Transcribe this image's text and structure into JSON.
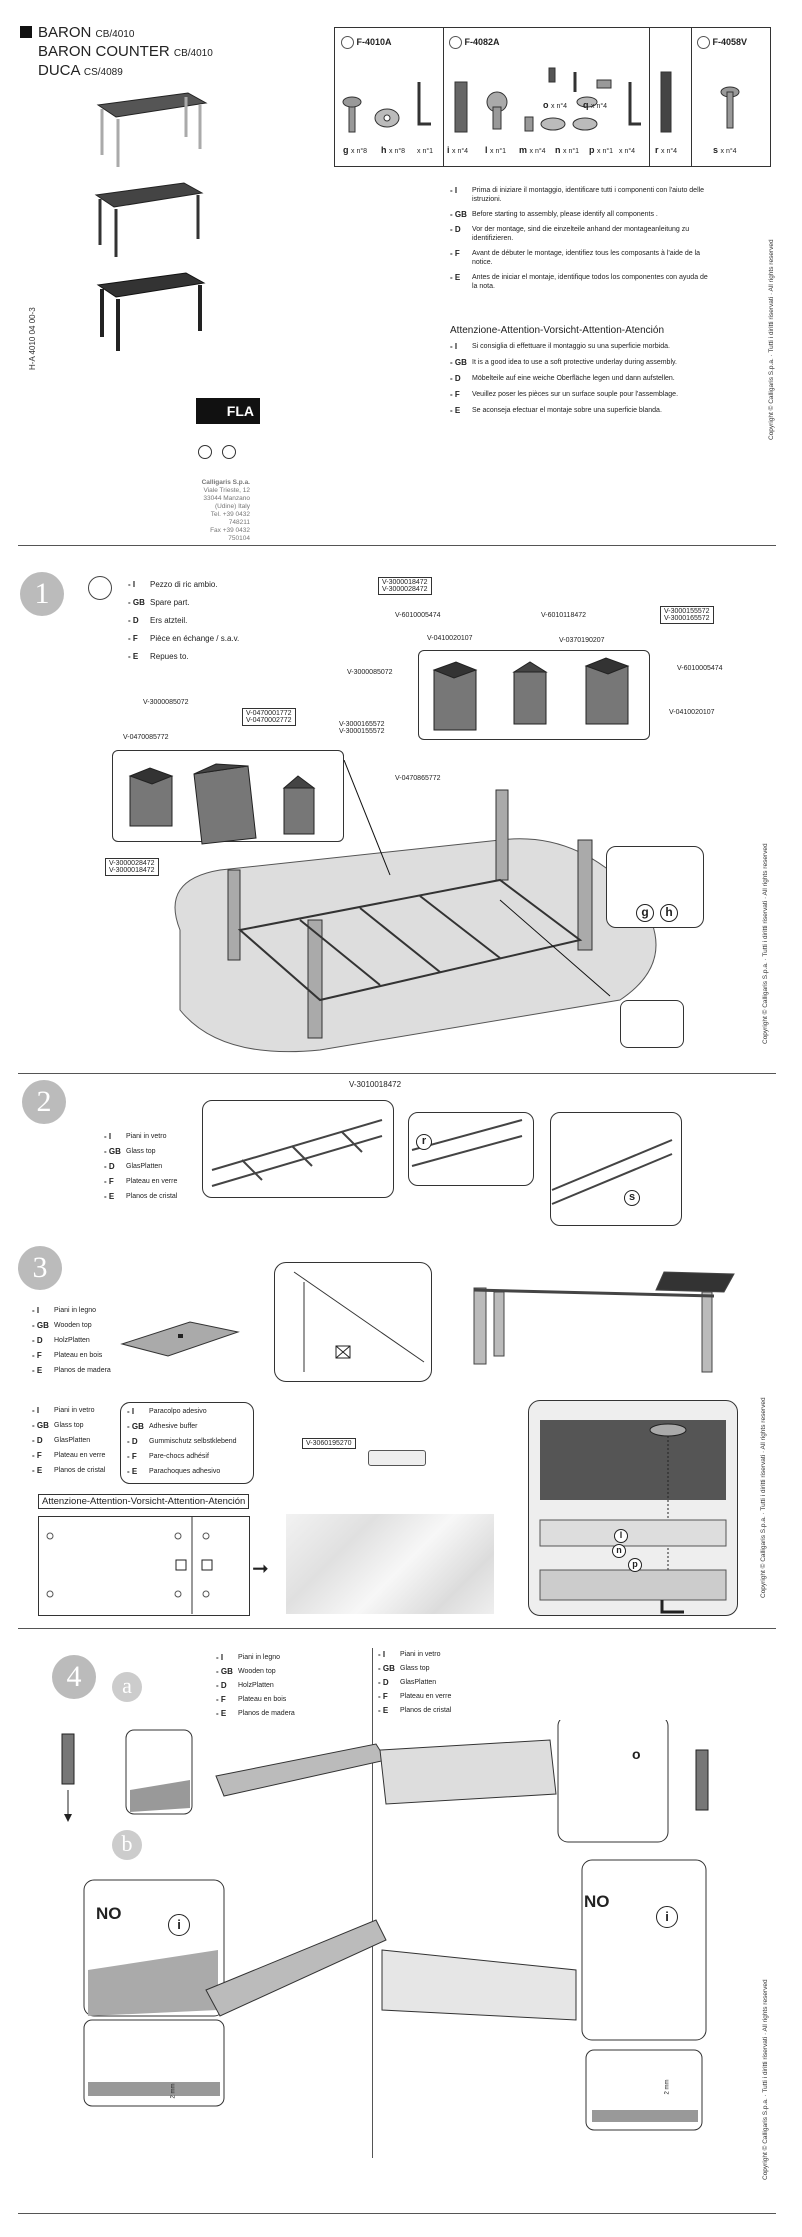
{
  "header": {
    "models": [
      {
        "name": "BARON",
        "code": "CB/4010"
      },
      {
        "name": "BARON COUNTER",
        "code": "CB/4010"
      },
      {
        "name": "DUCA",
        "code": "CS/4089"
      }
    ],
    "doc_code": "H-A 4010 04 00-3"
  },
  "hardware": {
    "groups": [
      {
        "code": "F-4010A"
      },
      {
        "code": "F-4082A"
      },
      {
        "code": "F-4058V"
      }
    ],
    "items": [
      {
        "letter": "g",
        "qty": "x n°8"
      },
      {
        "letter": "h",
        "qty": "x n°8"
      },
      {
        "letter": "",
        "qty": "x n°1"
      },
      {
        "letter": "i",
        "qty": "x n°4"
      },
      {
        "letter": "l",
        "qty": "x n°1"
      },
      {
        "letter": "m",
        "qty": "x n°4"
      },
      {
        "letter": "n",
        "qty": "x n°1"
      },
      {
        "letter": "o",
        "qty": "x n°4"
      },
      {
        "letter": "p",
        "qty": "x n°1"
      },
      {
        "letter": "q",
        "qty": "x n°4"
      },
      {
        "letter": "",
        "qty": "x n°4"
      },
      {
        "letter": "r",
        "qty": "x n°4"
      },
      {
        "letter": "s",
        "qty": "x n°4"
      }
    ]
  },
  "instructions": [
    {
      "lang": "- I",
      "text": "Prima di iniziare il montaggio, identificare tutti i componenti con l'aiuto delle istruzioni."
    },
    {
      "lang": "- GB",
      "text": "Before starting to assembly, please identify all components ."
    },
    {
      "lang": "- D",
      "text": "Vor der montage, sind die einzelteile anhand der montageanleitung zu identifizieren."
    },
    {
      "lang": "- F",
      "text": "Avant de débuter le montage, identifiez tous les composants à l'aide de la notice."
    },
    {
      "lang": "- E",
      "text": "Antes de iniciar el montaje, identifique todos los componentes con ayuda de la nota."
    }
  ],
  "attention": {
    "title": "Attenzione-Attention-Vorsicht-Attention-Atención",
    "lines": [
      {
        "lang": "- I",
        "text": "Si consiglia di effettuare il montaggio su una superficie morbida."
      },
      {
        "lang": "- GB",
        "text": "It is a good idea to use a soft protective underlay during assembly."
      },
      {
        "lang": "- D",
        "text": "Möbelteile auf eine weiche Oberfläche legen und dann aufstellen."
      },
      {
        "lang": "- F",
        "text": "Veuillez poser les pièces sur un surface souple pour l'assemblage."
      },
      {
        "lang": "- E",
        "text": "Se aconseja efectuar el montaje sobre una superficie blanda."
      }
    ]
  },
  "company": {
    "name": "Calligaris S.p.a.",
    "address1": "Viale Trieste, 12",
    "address2": "33044 Manzano",
    "address3": "(Udine) Italy",
    "tel": "Tel. +39 0432 748211",
    "fax": "Fax +39 0432 750104",
    "logo_text": "FLA"
  },
  "copyright": "Copyright © Calligaris S.p.a. · Tutti i diritti riservati · All rights reserved",
  "step1": {
    "number": "1",
    "spare": [
      {
        "lang": "- I",
        "text": "Pezzo di ric ambio."
      },
      {
        "lang": "- GB",
        "text": "Spare part."
      },
      {
        "lang": "- D",
        "text": "Ers atzteil."
      },
      {
        "lang": "- F",
        "text": "Pièce en échange / s.a.v."
      },
      {
        "lang": "- E",
        "text": "Repues to."
      }
    ],
    "codes_top": [
      "V-3000018472",
      "V-3000028472",
      "V-6010005474",
      "V-0410020107",
      "V-6010118472",
      "V-0370190207",
      "V-3000155572",
      "V-3000165572",
      "V-3000085072",
      "V-6010005474",
      "V-0410020107"
    ],
    "codes_left": [
      "V-3000085072",
      "V-0470085772",
      "V-0470001772",
      "V-0470002772",
      "V-3000165572",
      "V-3000155572",
      "V-0470865772",
      "V-3000028472",
      "V-3000018472"
    ],
    "hw_g": "g",
    "hw_h": "h"
  },
  "step2": {
    "number": "2",
    "code": "V-3010018472",
    "labels": [
      {
        "lang": "- I",
        "text": "Piani in vetro"
      },
      {
        "lang": "- GB",
        "text": "Glass top"
      },
      {
        "lang": "- D",
        "text": "GlasPlatten"
      },
      {
        "lang": "- F",
        "text": "Plateau en verre"
      },
      {
        "lang": "- E",
        "text": "Planos de cristal"
      }
    ],
    "hw_r": "r",
    "hw_s": "s"
  },
  "step3": {
    "number": "3",
    "wood": [
      {
        "lang": "- I",
        "text": "Piani in legno"
      },
      {
        "lang": "- GB",
        "text": "Wooden top"
      },
      {
        "lang": "- D",
        "text": "HolzPlatten"
      },
      {
        "lang": "- F",
        "text": "Plateau en bois"
      },
      {
        "lang": "- E",
        "text": "Planos de madera"
      }
    ],
    "glass": [
      {
        "lang": "- I",
        "text": "Piani in vetro"
      },
      {
        "lang": "- GB",
        "text": "Glass top"
      },
      {
        "lang": "- D",
        "text": "GlasPlatten"
      },
      {
        "lang": "- F",
        "text": "Plateau en verre"
      },
      {
        "lang": "- E",
        "text": "Planos de cristal"
      }
    ],
    "buffer": [
      {
        "lang": "- I",
        "text": "Paracolpo adesivo"
      },
      {
        "lang": "- GB",
        "text": "Adhesive buffer"
      },
      {
        "lang": "- D",
        "text": "Gummischutz selbstklebend"
      },
      {
        "lang": "- F",
        "text": "Pare-chocs adhésif"
      },
      {
        "lang": "- E",
        "text": "Parachoques adhesivo"
      }
    ],
    "buffer_code": "V-3060195270",
    "attention_title": "Attenzione-Attention-Vorsicht-Attention-Atención",
    "hw_l": "l",
    "hw_n": "n",
    "hw_p": "p"
  },
  "step4": {
    "number": "4",
    "sub_a": "a",
    "sub_b": "b",
    "wood": [
      {
        "lang": "- I",
        "text": "Piani in legno"
      },
      {
        "lang": "- GB",
        "text": "Wooden top"
      },
      {
        "lang": "- D",
        "text": "HolzPlatten"
      },
      {
        "lang": "- F",
        "text": "Plateau en bois"
      },
      {
        "lang": "- E",
        "text": "Planos de madera"
      }
    ],
    "glass": [
      {
        "lang": "- I",
        "text": "Piani in vetro"
      },
      {
        "lang": "- GB",
        "text": "Glass top"
      },
      {
        "lang": "- D",
        "text": "GlasPlatten"
      },
      {
        "lang": "- F",
        "text": "Plateau en verre"
      },
      {
        "lang": "- E",
        "text": "Planos de cristal"
      }
    ],
    "no_label": "NO",
    "info_label": "i",
    "hw_o": "o",
    "dim": "2 mm"
  }
}
